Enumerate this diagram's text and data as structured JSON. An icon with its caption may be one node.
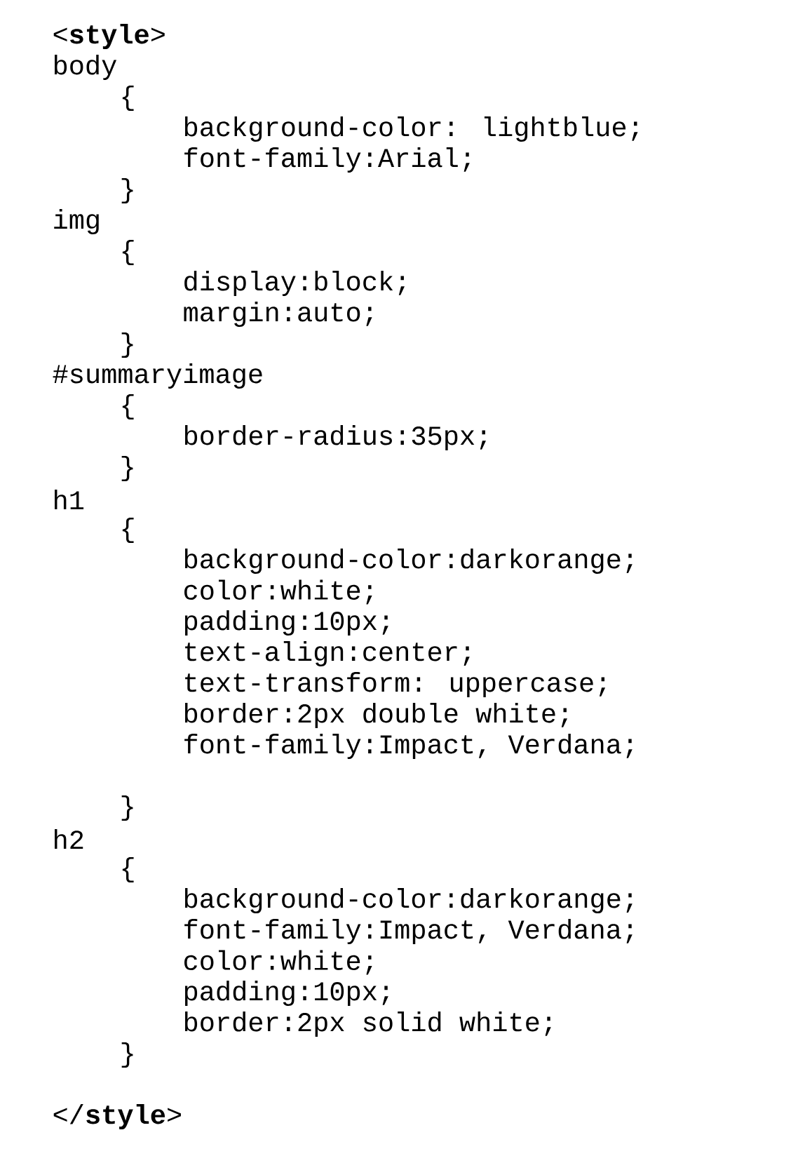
{
  "diagram": {
    "labels": [
      "<**style**>",
      "body",
      "{",
      "background-color: lightblue;",
      "font-family:Arial;",
      "}",
      "img",
      "{",
      "display:block;",
      "margin:auto;",
      "}",
      "#summaryimage",
      "{",
      "border-radius:35px;",
      "}",
      "h1",
      "{",
      "background-color:darkorange;",
      "color:white;",
      "padding:10px;",
      "text-align:center;",
      "text-transform: uppercase;",
      "border:2px double white;",
      "font-family:Impact, Verdana;",
      "}",
      "h2",
      "{",
      "background-color:darkorange;",
      "font-family:Impact, Verdana;",
      "color:white;",
      "padding:10px;",
      "border:2px solid white;",
      "}",
      "</**style**>"
    ]
  }
}
